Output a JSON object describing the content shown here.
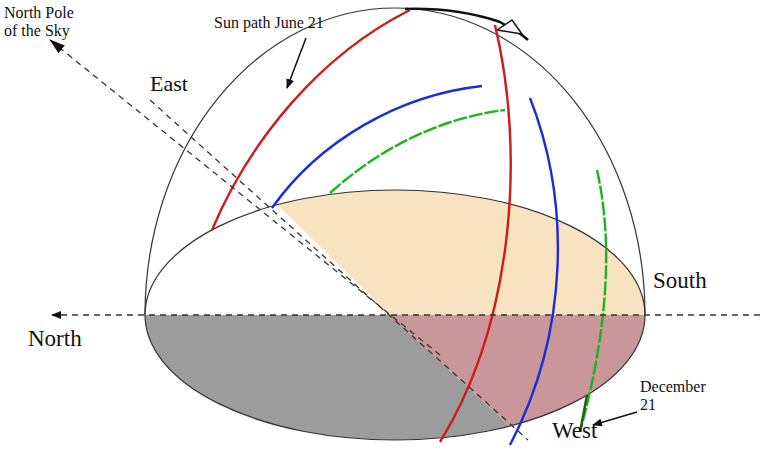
{
  "diagram": {
    "labels": [
      "North Pole of the Sky",
      "Sun path June 21",
      "East",
      "South",
      "North",
      "West",
      "December 21"
    ]
  }
}
